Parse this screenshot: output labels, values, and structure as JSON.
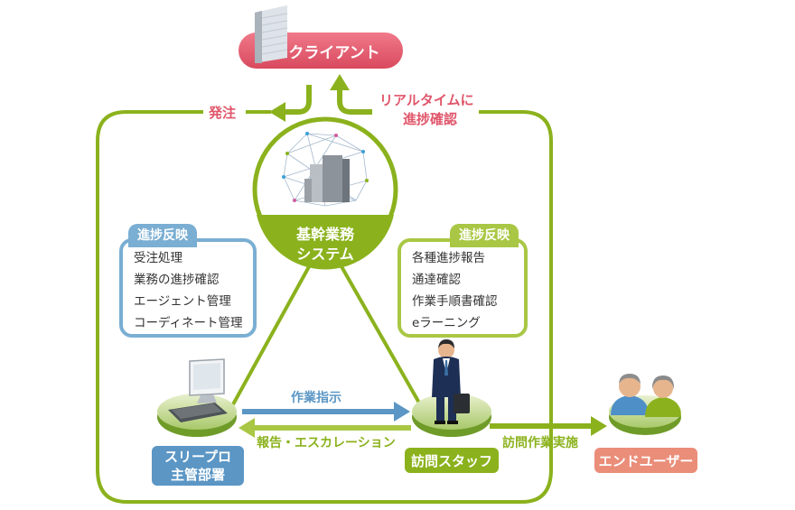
{
  "client": {
    "label": "クライアント"
  },
  "flows": {
    "order": "発注",
    "realtime_line1": "リアルタイムに",
    "realtime_line2": "進捗確認",
    "instruction": "作業指示",
    "report": "報告・エスカレーション",
    "visit_work": "訪問作業実施"
  },
  "core_system": {
    "line1": "基幹業務",
    "line2": "システム"
  },
  "left_panel": {
    "tab": "進捗反映",
    "items": [
      "受注処理",
      "業務の進捗確認",
      "エージェント管理",
      "コーディネート管理"
    ]
  },
  "right_panel": {
    "tab": "進捗反映",
    "items": [
      "各種進捗報告",
      "通達確認",
      "作業手順書確認",
      "eラーニング"
    ]
  },
  "office": {
    "line1": "スリープロ",
    "line2": "主管部署"
  },
  "staff": {
    "label": "訪問スタッフ"
  },
  "end_user": {
    "label": "エンドユーザー"
  },
  "colors": {
    "green": "#8bb21d",
    "green_light": "#a9c744",
    "blue": "#5b96c5",
    "blue_panel": "#7aaed3",
    "pink": "#e0566a",
    "salmon": "#ea8d79",
    "navy": "#1d2f55"
  },
  "icons": [
    "building-icon",
    "network-server-icon",
    "computer-monitor-icon",
    "businessman-icon",
    "users-icon"
  ]
}
